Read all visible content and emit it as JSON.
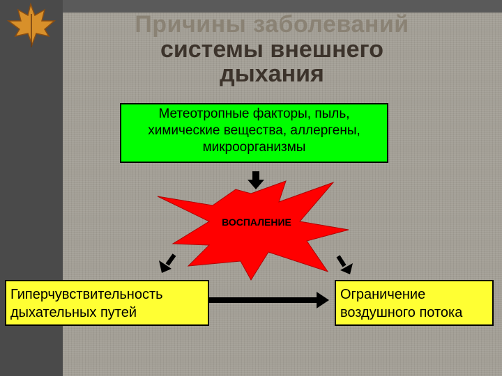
{
  "slide": {
    "title_lines": [
      "Причины заболеваний",
      "системы внешнего",
      "дыхания"
    ]
  },
  "diagram": {
    "top_box": "Метеотропные факторы, пыль,\nхимические вещества, аллергены,\nмикроорганизмы",
    "center_label": "ВОСПАЛЕНИЕ",
    "left_box": "Гиперчувствительность\nдыхательных путей",
    "right_box": "Ограничение\nвоздушного потока"
  },
  "colors": {
    "top_box_fill": "#00ff00",
    "bottom_box_fill": "#ffff33",
    "burst_fill": "#ff0000",
    "panel": "#a39f96"
  }
}
